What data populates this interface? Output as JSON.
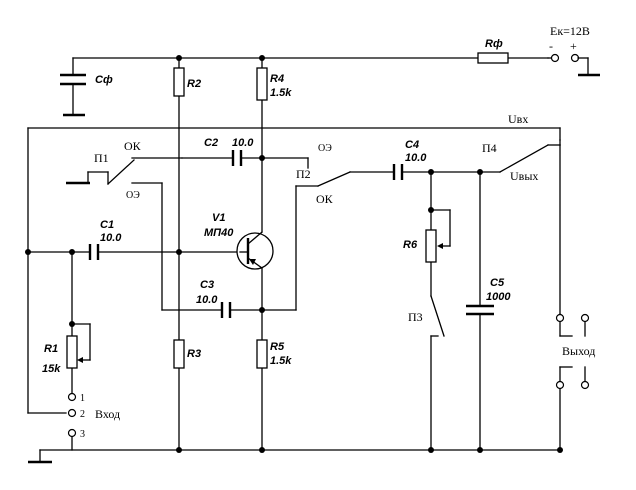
{
  "supply": {
    "label": "Eк=12В",
    "minus": "-",
    "plus": "+"
  },
  "components": {
    "rf": {
      "name": "Rф"
    },
    "cf": {
      "name": "Cф"
    },
    "r1": {
      "name": "R1",
      "value": "15k"
    },
    "r2": {
      "name": "R2"
    },
    "r3": {
      "name": "R3"
    },
    "r4": {
      "name": "R4",
      "value": "1.5k"
    },
    "r5": {
      "name": "R5",
      "value": "1.5k"
    },
    "r6": {
      "name": "R6"
    },
    "c1": {
      "name": "C1",
      "value": "10.0"
    },
    "c2": {
      "name": "C2",
      "value": "10.0"
    },
    "c3": {
      "name": "C3",
      "value": "10.0"
    },
    "c4": {
      "name": "C4",
      "value": "10.0"
    },
    "c5": {
      "name": "C5",
      "value": "1000"
    },
    "v1": {
      "name": "V1",
      "type": "МП40"
    }
  },
  "switches": {
    "p1": {
      "name": "П1",
      "pos_a": "ОК",
      "pos_b": "ОЭ"
    },
    "p2": {
      "name": "П2",
      "pos_a": "ОЭ",
      "pos_b": "ОК"
    },
    "p3": {
      "name": "П3"
    },
    "p4": {
      "name": "П4"
    }
  },
  "signals": {
    "uin": "Uвх",
    "uout": "Uвых"
  },
  "connectors": {
    "input": {
      "label": "Вход",
      "pins": [
        "1",
        "2",
        "3"
      ]
    },
    "output": {
      "label": "Выход"
    }
  }
}
